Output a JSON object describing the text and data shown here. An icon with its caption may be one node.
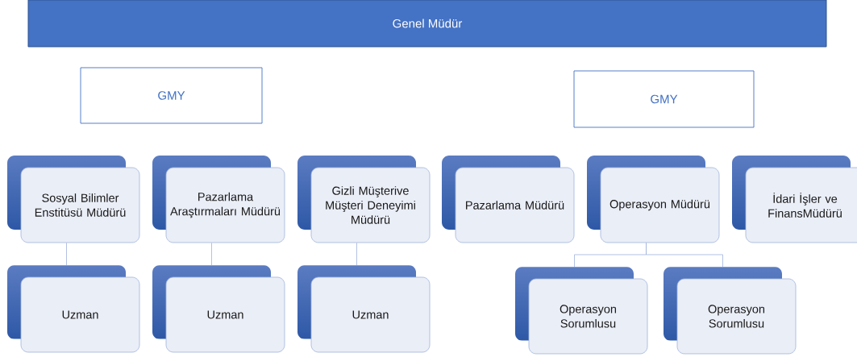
{
  "diagram": {
    "nodes": [
      {
        "text": [
          "Genel Müdür"
        ]
      },
      {
        "text": [
          "GMY"
        ]
      },
      {
        "text": [
          "GMY"
        ]
      },
      {
        "text": [
          "Sosyal Bilimler Enstitüsü Müdürü"
        ]
      },
      {
        "text": [
          "Pazarlama Araştırmaları Müdürü"
        ]
      },
      {
        "text": [
          "Gizli Müşterive Müşteri Deneyimi Müdürü"
        ]
      },
      {
        "text": [
          "Pazarlama Müdürü"
        ]
      },
      {
        "text": [
          "Operasyon Müdürü"
        ]
      },
      {
        "text": [
          "İdari İşler ve FinansMüdürü"
        ]
      },
      {
        "text": [
          "Uzman"
        ]
      },
      {
        "text": [
          "Uzman"
        ]
      },
      {
        "text": [
          "Uzman"
        ]
      },
      {
        "text": [
          "Operasyon Sorumlusu"
        ]
      },
      {
        "text": [
          "Operasyon Sorumlusu"
        ]
      }
    ],
    "edges": [
      {
        "from": 3,
        "to": 9,
        "arrow": "none"
      },
      {
        "from": 4,
        "to": 10,
        "arrow": "none"
      },
      {
        "from": 5,
        "to": 11,
        "arrow": "none"
      },
      {
        "from": 7,
        "to": 12,
        "arrow": "none"
      },
      {
        "from": 7,
        "to": 13,
        "arrow": "none"
      }
    ]
  }
}
